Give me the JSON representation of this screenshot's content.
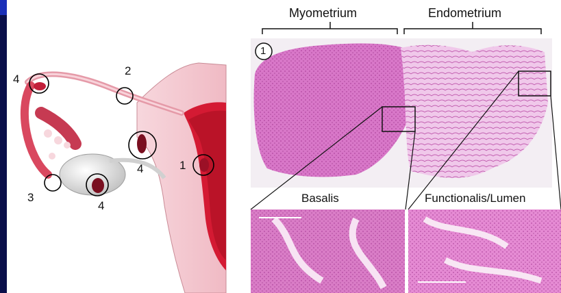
{
  "headers": {
    "myometrium": "Myometrium",
    "endometrium": "Endometrium"
  },
  "panels": {
    "circle_number": "1",
    "basalis": "Basalis",
    "functionalis": "Functionalis/Lumen"
  },
  "anatomy_labels": {
    "site_fallopian_distal": "4",
    "site_fallopian_mid": "2",
    "site_ovary_surface": "3",
    "site_ovary": "4",
    "site_uterus_wall": "4",
    "site_endometrium": "1"
  },
  "colors": {
    "background": "#0a0f4a",
    "tissue_pink": "#f4c6cf",
    "uterus_red": "#c5142b",
    "histology_pink": "#d873c2",
    "histology_light": "#f2d3ee"
  }
}
